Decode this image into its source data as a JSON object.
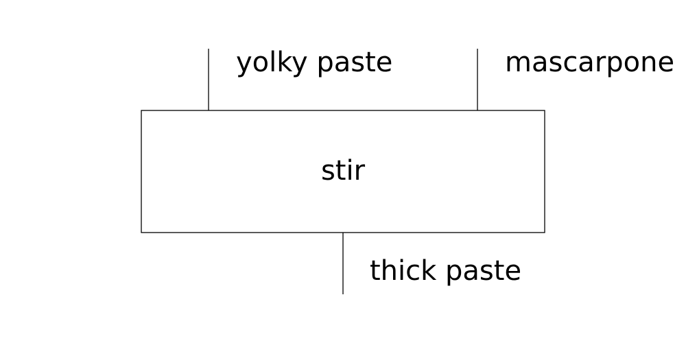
{
  "diagram": {
    "process": {
      "label": "stir"
    },
    "inputs": [
      {
        "label": "yolky paste"
      },
      {
        "label": "mascarpone"
      }
    ],
    "outputs": [
      {
        "label": "thick paste"
      }
    ],
    "colors": {
      "stroke": "#000000",
      "background": "#ffffff",
      "text": "#000000"
    }
  }
}
